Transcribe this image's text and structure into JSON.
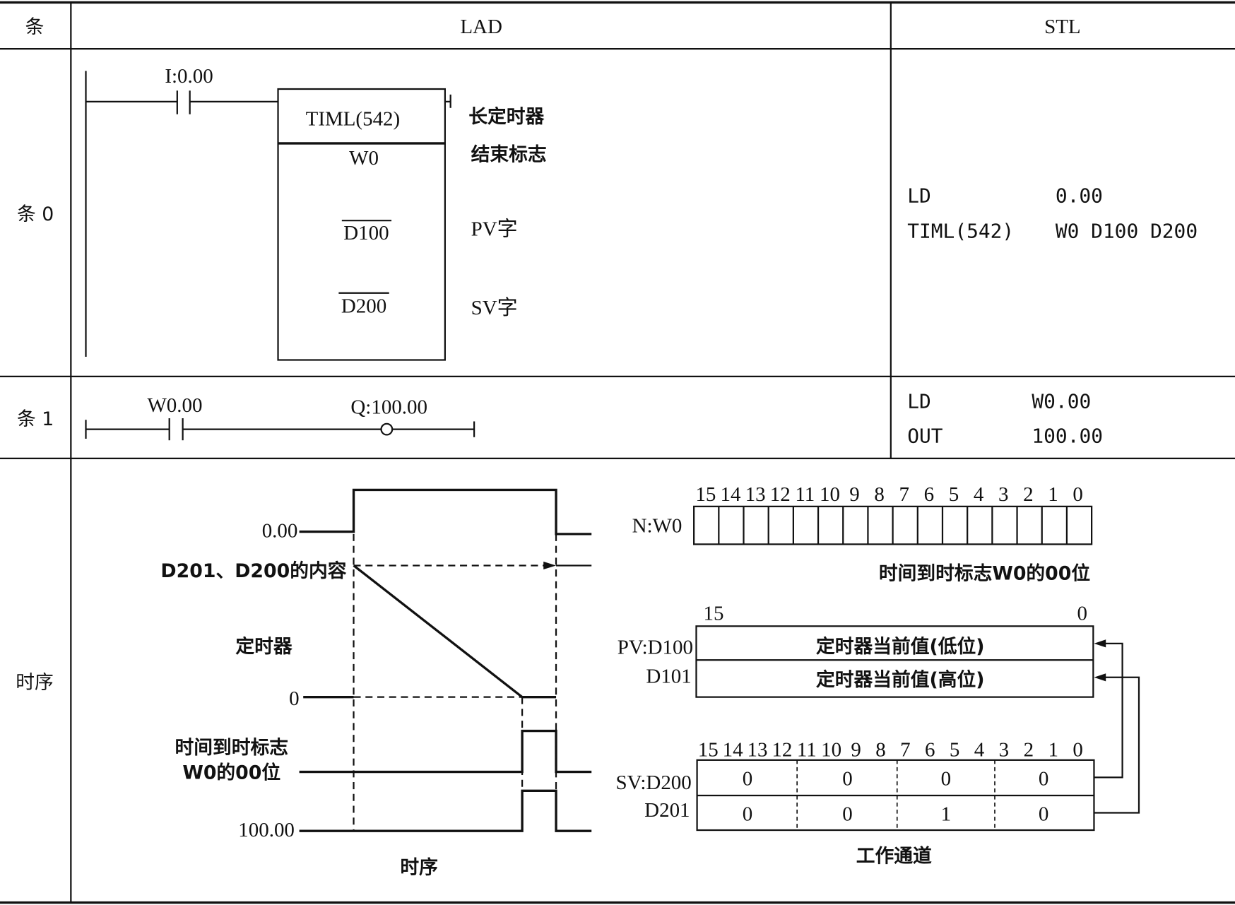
{
  "header": {
    "col_rung": "条",
    "col_lad": "LAD",
    "col_stl": "STL"
  },
  "rows": {
    "rung0": "条 0",
    "rung1": "条 1",
    "timing": "时序"
  },
  "rung0": {
    "contact": "I:0.00",
    "instr": "TIML(542)",
    "op1": "W0",
    "op2": "D100",
    "op3": "D200",
    "desc_title": "长定时器",
    "desc1": "结束标志",
    "desc2": "PV字",
    "desc3": "SV字",
    "stl": [
      {
        "op": "LD",
        "arg": "0.00"
      },
      {
        "op": "TIML(542)",
        "arg": "W0 D100 D200"
      }
    ]
  },
  "rung1": {
    "contact": "W0.00",
    "coil": "Q:100.00",
    "stl": [
      {
        "op": "LD",
        "arg": "W0.00"
      },
      {
        "op": "OUT",
        "arg": "100.00"
      }
    ]
  },
  "timing": {
    "in_label": "0.00",
    "content_label": "D201、D200的内容",
    "timer_label": "定时器",
    "zero_label": "0",
    "flag_label1": "时间到时标志",
    "flag_label2": "W0的00位",
    "out_label": "100.00",
    "caption": "时序"
  },
  "registers": {
    "nw0_label": "N:W0",
    "bits": [
      "15",
      "14",
      "13",
      "12",
      "11",
      "10",
      "9",
      "8",
      "7",
      "6",
      "5",
      "4",
      "3",
      "2",
      "1",
      "0"
    ],
    "nw0_caption": "时间到时标志W0的00位",
    "pv_bit_hi": "15",
    "pv_bit_lo": "0",
    "pv_label": "PV:D100",
    "pv2_label": "D101",
    "pv_low": "定时器当前值(低位)",
    "pv_high": "定时器当前值(高位)",
    "sv_label": "SV:D200",
    "sv2_label": "D201",
    "sv_d200": [
      "0",
      "0",
      "0",
      "0"
    ],
    "sv_d201": [
      "0",
      "0",
      "1",
      "0"
    ],
    "caption": "工作通道"
  }
}
